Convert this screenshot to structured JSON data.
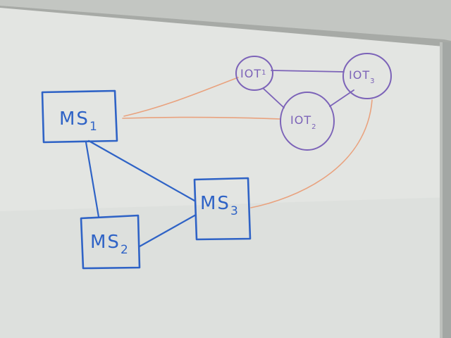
{
  "colors": {
    "board": "#e4e6e3",
    "board_shadow": "#cfd2ce",
    "frame_top": "#b9bcb8",
    "frame_right": "#9fa3a0",
    "ms_marker": "#2f63c6",
    "iot_marker": "#7c63b8",
    "link_marker": "#e9a27e"
  },
  "diagram": {
    "nodes": [
      {
        "id": "ms1",
        "kind": "microservice",
        "label": "MS",
        "subscript": "1"
      },
      {
        "id": "ms2",
        "kind": "microservice",
        "label": "MS",
        "subscript": "2"
      },
      {
        "id": "ms3",
        "kind": "microservice",
        "label": "MS",
        "subscript": "3"
      },
      {
        "id": "iot1",
        "kind": "iot-device",
        "label": "IOT",
        "subscript": "1"
      },
      {
        "id": "iot2",
        "kind": "iot-device",
        "label": "IOT",
        "subscript": "2"
      },
      {
        "id": "iot3",
        "kind": "iot-device",
        "label": "IOT",
        "subscript": "3"
      }
    ],
    "edges": [
      {
        "from": "ms1",
        "to": "ms2",
        "marker": "blue"
      },
      {
        "from": "ms1",
        "to": "ms3",
        "marker": "blue"
      },
      {
        "from": "ms2",
        "to": "ms3",
        "marker": "blue"
      },
      {
        "from": "iot1",
        "to": "iot3",
        "marker": "purple"
      },
      {
        "from": "iot1",
        "to": "iot2",
        "marker": "purple"
      },
      {
        "from": "iot2",
        "to": "iot3",
        "marker": "purple"
      },
      {
        "from": "ms1",
        "to": "iot1",
        "marker": "orange"
      },
      {
        "from": "ms1",
        "to": "iot2",
        "marker": "orange"
      },
      {
        "from": "ms3",
        "to": "iot3",
        "marker": "orange"
      }
    ]
  }
}
